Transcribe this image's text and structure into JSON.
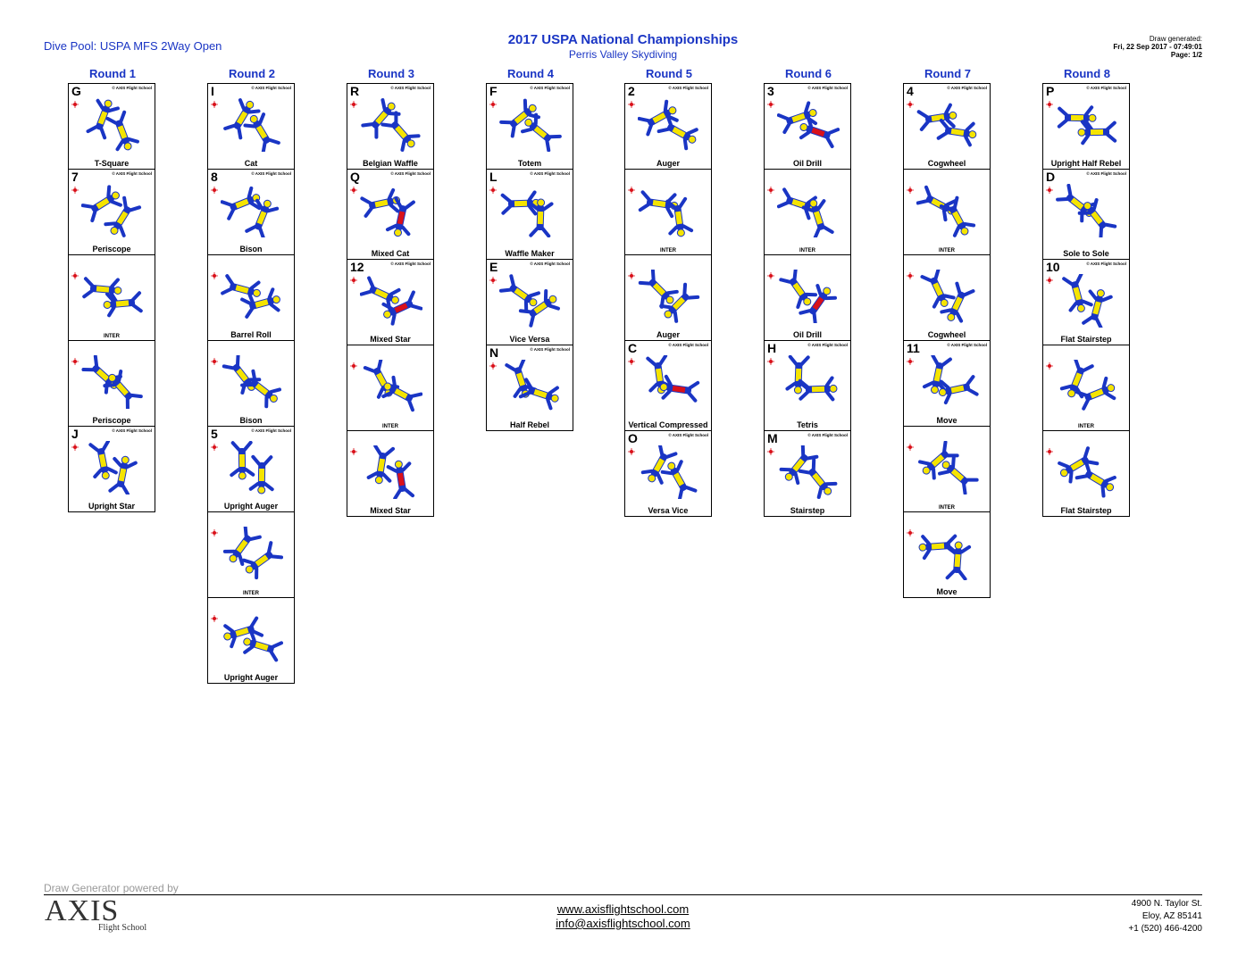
{
  "header": {
    "dive_pool": "Dive Pool: USPA MFS 2Way Open",
    "title": "2017 USPA National Championships",
    "subtitle": "Perris Valley Skydiving",
    "draw_generated_label": "Draw generated:",
    "draw_generated_date": "Fri, 22 Sep 2017 - 07:49:01",
    "page": "Page: 1/2"
  },
  "copyright": "© AXIS Flight School",
  "rounds": [
    {
      "label": "Round 1",
      "cards": [
        {
          "letter": "G",
          "name": "T-Square",
          "height": 97
        },
        {
          "letter": "7",
          "name": "Periscope",
          "height": 97
        },
        {
          "letter": "",
          "name": "INTER",
          "height": 97
        },
        {
          "letter": "",
          "name": "Periscope",
          "height": 97
        },
        {
          "letter": "J",
          "name": "Upright Star",
          "height": 97
        }
      ]
    },
    {
      "label": "Round 2",
      "cards": [
        {
          "letter": "I",
          "name": "Cat",
          "height": 97
        },
        {
          "letter": "8",
          "name": "Bison",
          "height": 97
        },
        {
          "letter": "",
          "name": "Barrel Roll",
          "height": 97
        },
        {
          "letter": "",
          "name": "Bison",
          "height": 97
        },
        {
          "letter": "5",
          "name": "Upright Auger",
          "height": 97
        },
        {
          "letter": "",
          "name": "INTER",
          "height": 97
        },
        {
          "letter": "",
          "name": "Upright Auger",
          "height": 97
        }
      ]
    },
    {
      "label": "Round 3",
      "cards": [
        {
          "letter": "R",
          "name": "Belgian Waffle",
          "height": 97
        },
        {
          "letter": "Q",
          "name": "Mixed Cat",
          "height": 102
        },
        {
          "letter": "12",
          "name": "Mixed Star",
          "height": 97
        },
        {
          "letter": "",
          "name": "INTER",
          "height": 97
        },
        {
          "letter": "",
          "name": "Mixed Star",
          "height": 97
        }
      ]
    },
    {
      "label": "Round 4",
      "cards": [
        {
          "letter": "F",
          "name": "Totem",
          "height": 97
        },
        {
          "letter": "L",
          "name": "Waffle Maker",
          "height": 102
        },
        {
          "letter": "E",
          "name": "Vice Versa",
          "height": 97
        },
        {
          "letter": "N",
          "name": "Half Rebel",
          "height": 97
        }
      ]
    },
    {
      "label": "Round 5",
      "cards": [
        {
          "letter": "2",
          "name": "Auger",
          "height": 97
        },
        {
          "letter": "",
          "name": "INTER",
          "height": 97
        },
        {
          "letter": "",
          "name": "Auger",
          "height": 97
        },
        {
          "letter": "C",
          "name": "Vertical Compressed",
          "height": 102
        },
        {
          "letter": "O",
          "name": "Versa Vice",
          "height": 97
        }
      ]
    },
    {
      "label": "Round 6",
      "cards": [
        {
          "letter": "3",
          "name": "Oil Drill",
          "height": 97
        },
        {
          "letter": "",
          "name": "INTER",
          "height": 97
        },
        {
          "letter": "",
          "name": "Oil Drill",
          "height": 97
        },
        {
          "letter": "H",
          "name": "Tetris",
          "height": 102
        },
        {
          "letter": "M",
          "name": "Stairstep",
          "height": 97
        }
      ]
    },
    {
      "label": "Round 7",
      "cards": [
        {
          "letter": "4",
          "name": "Cogwheel",
          "height": 97
        },
        {
          "letter": "",
          "name": "INTER",
          "height": 97
        },
        {
          "letter": "",
          "name": "Cogwheel",
          "height": 97
        },
        {
          "letter": "11",
          "name": "Move",
          "height": 97
        },
        {
          "letter": "",
          "name": "INTER",
          "height": 97
        },
        {
          "letter": "",
          "name": "Move",
          "height": 97
        }
      ]
    },
    {
      "label": "Round 8",
      "cards": [
        {
          "letter": "P",
          "name": "Upright Half Rebel",
          "height": 97
        },
        {
          "letter": "D",
          "name": "Sole to Sole",
          "height": 102
        },
        {
          "letter": "10",
          "name": "Flat Stairstep",
          "height": 97
        },
        {
          "letter": "",
          "name": "INTER",
          "height": 97
        },
        {
          "letter": "",
          "name": "Flat Stairstep",
          "height": 97
        }
      ]
    }
  ],
  "footer": {
    "powered_by": "Draw Generator powered by",
    "logo_text": "AXIS",
    "logo_subtext": "Flight School",
    "website": "www.axisflightschool.com",
    "email": "info@axisflightschool.com",
    "address_line1": "4900 N. Taylor St.",
    "address_line2": "Eloy, AZ 85141",
    "phone": "+1 (520) 466-4200"
  },
  "colors": {
    "blue": "#1a35c4",
    "yellow": "#f5e400",
    "red": "#d9111a"
  }
}
